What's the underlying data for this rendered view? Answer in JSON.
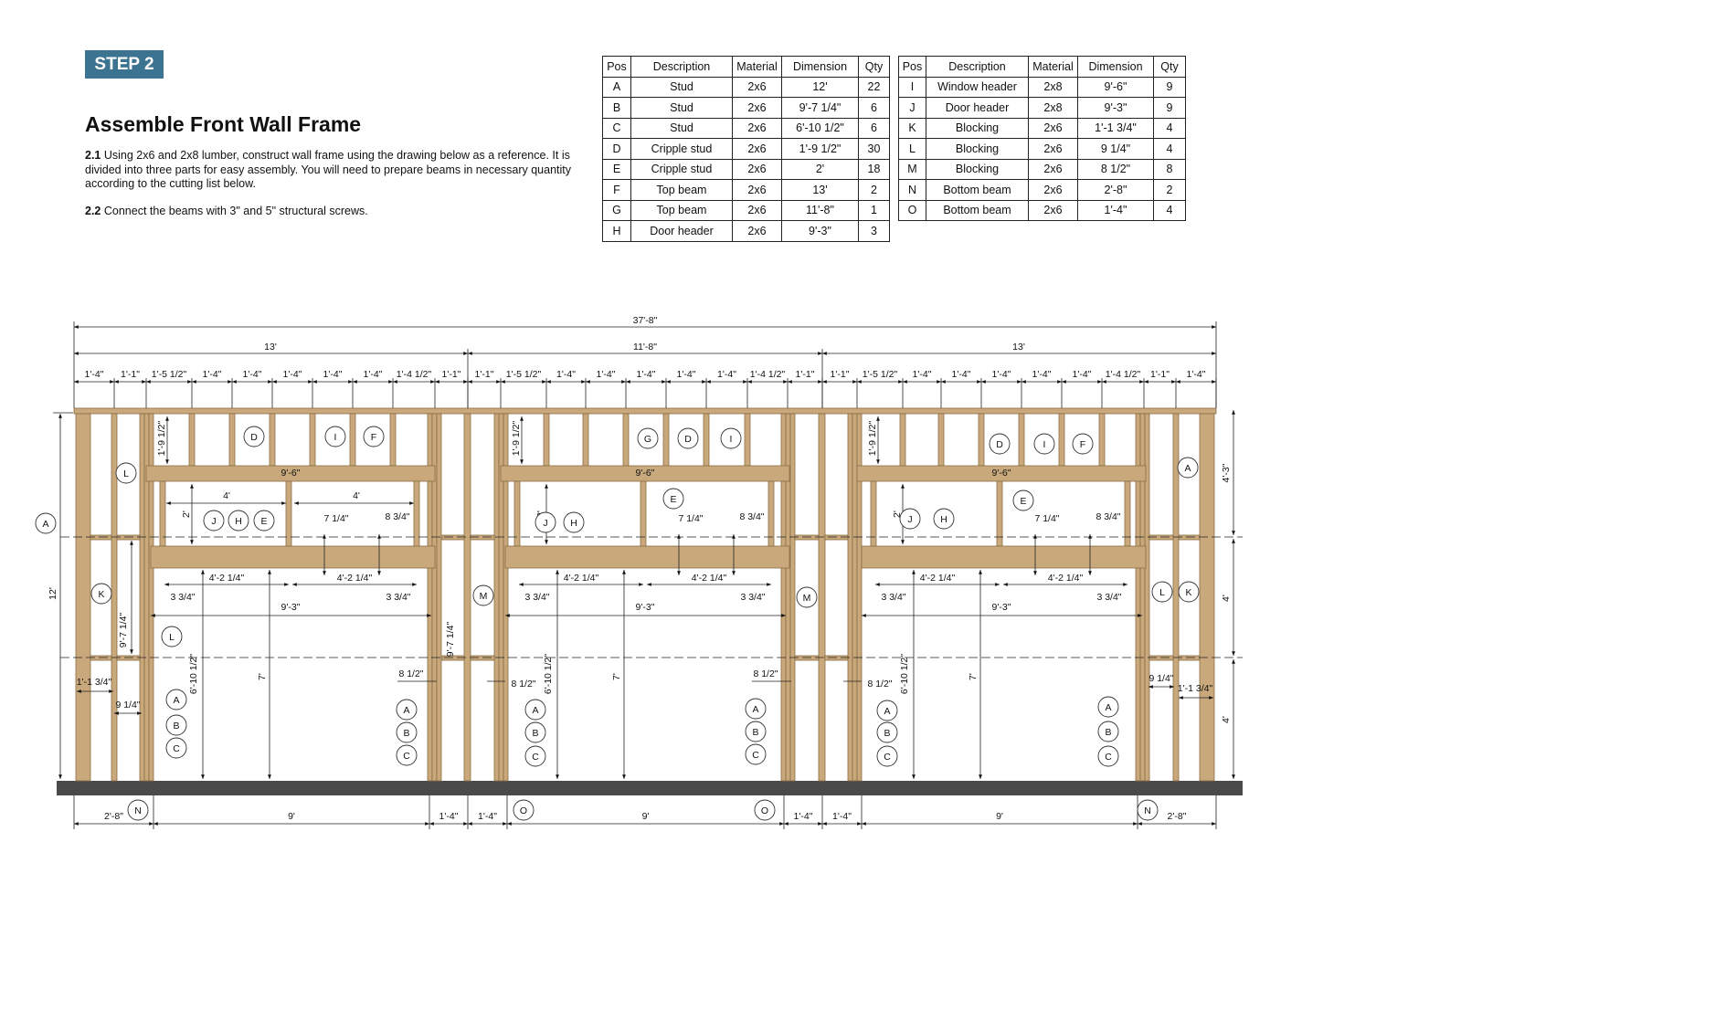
{
  "header": {
    "step": "STEP 2",
    "title": "Assemble Front Wall Frame",
    "p1_num": "2.1",
    "p1_text": " Using 2x6 and 2x8 lumber, construct wall frame using the drawing below as a reference. It is divided into three parts for easy assembly. You will need to prepare beams in necessary quantity according to the cutting list below.",
    "p2_num": "2.2",
    "p2_text": " Connect the beams with 3\" and 5\" structural screws."
  },
  "cutting_list": {
    "columns": [
      "Pos",
      "Description",
      "Material",
      "Dimension",
      "Qty"
    ],
    "left": [
      [
        "A",
        "Stud",
        "2x6",
        "12'",
        "22"
      ],
      [
        "B",
        "Stud",
        "2x6",
        "9'-7 1/4\"",
        "6"
      ],
      [
        "C",
        "Stud",
        "2x6",
        "6'-10 1/2\"",
        "6"
      ],
      [
        "D",
        "Cripple stud",
        "2x6",
        "1'-9 1/2\"",
        "30"
      ],
      [
        "E",
        "Cripple stud",
        "2x6",
        "2'",
        "18"
      ],
      [
        "F",
        "Top beam",
        "2x6",
        "13'",
        "2"
      ],
      [
        "G",
        "Top beam",
        "2x6",
        "11'-8\"",
        "1"
      ],
      [
        "H",
        "Door header",
        "2x6",
        "9'-3\"",
        "3"
      ]
    ],
    "right": [
      [
        "I",
        "Window header",
        "2x8",
        "9'-6\"",
        "9"
      ],
      [
        "J",
        "Door header",
        "2x8",
        "9'-3\"",
        "9"
      ],
      [
        "K",
        "Blocking",
        "2x6",
        "1'-1 3/4\"",
        "4"
      ],
      [
        "L",
        "Blocking",
        "2x6",
        "9 1/4\"",
        "4"
      ],
      [
        "M",
        "Blocking",
        "2x6",
        "8 1/2\"",
        "8"
      ],
      [
        "N",
        "Bottom beam",
        "2x6",
        "2'-8\"",
        "2"
      ],
      [
        "O",
        "Bottom beam",
        "2x6",
        "1'-4\"",
        "4"
      ]
    ]
  },
  "drawing": {
    "colors": {
      "wood": "#c9a97c",
      "wood_edge": "#8a6d45",
      "ground": "#4a4a4a",
      "accent": "#3b7390"
    },
    "overall": "37'-8\"",
    "sections": [
      "13'",
      "11'-8\"",
      "13'"
    ],
    "spacing": [
      [
        "1'-4\"",
        "1'-1\"",
        "1'-5 1/2\"",
        "1'-4\"",
        "1'-4\"",
        "1'-4\"",
        "1'-4\"",
        "1'-4\"",
        "1'-4 1/2\"",
        "1'-1\""
      ],
      [
        "1'-1\"",
        "1'-5 1/2\"",
        "1'-4\"",
        "1'-4\"",
        "1'-4\"",
        "1'-4\"",
        "1'-4\"",
        "1'-4 1/2\"",
        "1'-1\""
      ],
      [
        "1'-1\"",
        "1'-5 1/2\"",
        "1'-4\"",
        "1'-4\"",
        "1'-4\"",
        "1'-4\"",
        "1'-4\"",
        "1'-4 1/2\"",
        "1'-1\"",
        "1'-4\""
      ]
    ],
    "bottom": [
      "2'-8\"",
      "9'",
      "1'-4\"",
      "1'-4\"",
      "9'",
      "1'-4\"",
      "1'-4\"",
      "9'",
      "2'-8\""
    ],
    "left_height": "12'",
    "right_heights": [
      "4'-3\"",
      "4'",
      "4'"
    ],
    "section_dims": {
      "window_header": "9'-6\"",
      "cripple_top": "1'-9 1/2\"",
      "cripple_mid": "2'",
      "window_width": "4'",
      "offset_a": "7 1/4\"",
      "offset_b": "8 3/4\"",
      "header_span": "4'-2 1/4\"",
      "gap": "3 3/4\"",
      "door_header": "9'-3\"",
      "door_height": "7'",
      "jack": "6'-10 1/2\"",
      "trimmer_gap": "8 1/2\""
    },
    "side_dims": {
      "stud_b": "9'-7 1/4\"",
      "block_k": "1'-1 3/4\"",
      "block_l": "9 1/4\""
    },
    "callouts": [
      "A",
      "L",
      "K",
      "L",
      "A",
      "B",
      "C",
      "D",
      "I",
      "F",
      "J",
      "H",
      "E",
      "A",
      "B",
      "C",
      "M",
      "N",
      "O",
      "G",
      "D",
      "I",
      "E",
      "J",
      "H",
      "A",
      "B",
      "C",
      "A",
      "B",
      "C",
      "M",
      "O",
      "D",
      "I",
      "F",
      "E",
      "J",
      "H",
      "A",
      "B",
      "C",
      "A",
      "B",
      "C",
      "A",
      "L",
      "K",
      "N"
    ]
  }
}
